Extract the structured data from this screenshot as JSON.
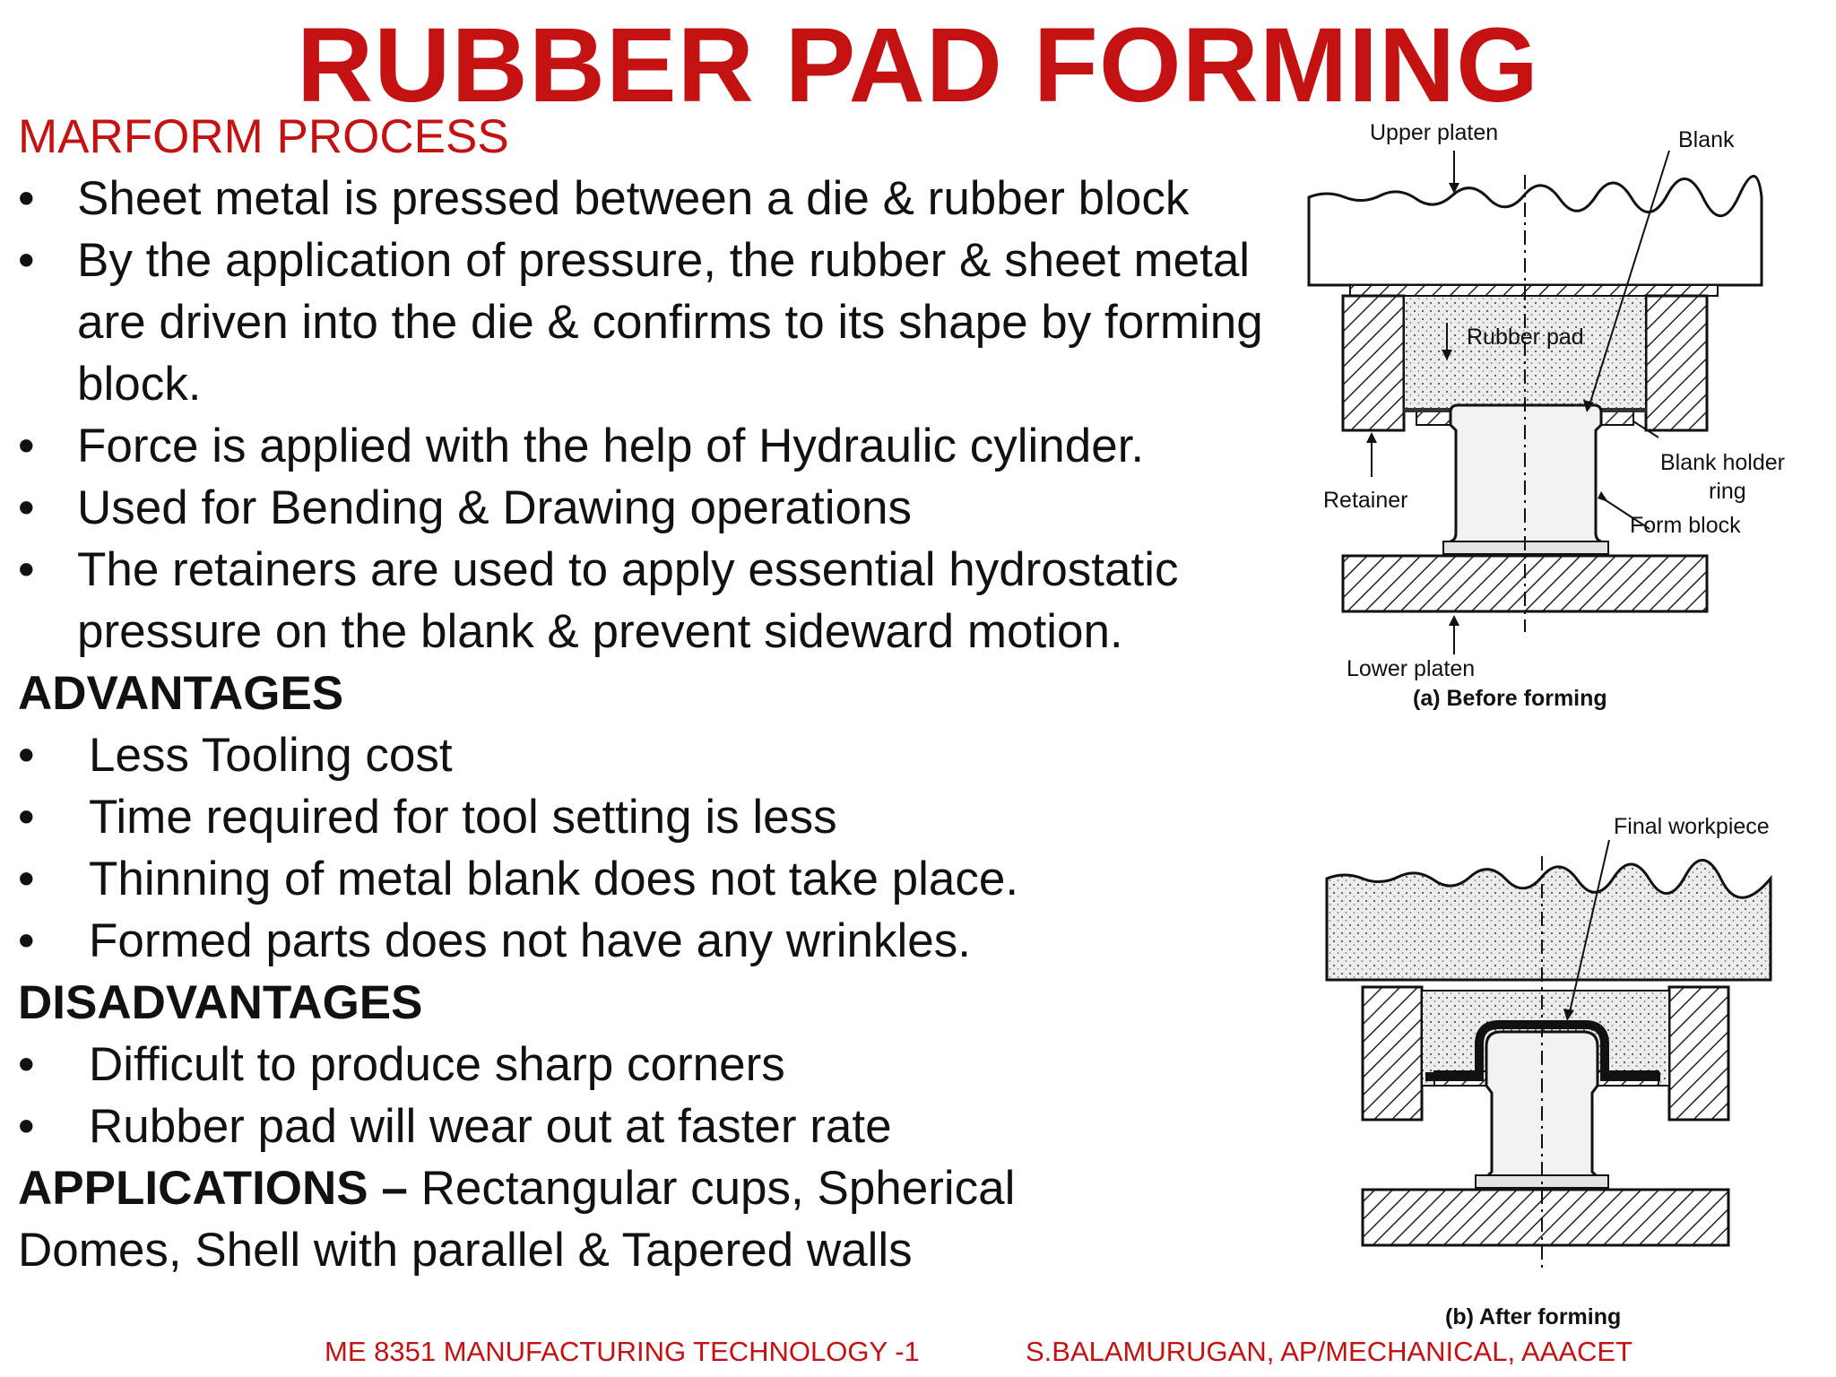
{
  "title": "RUBBER PAD FORMING",
  "subtitle": "MARFORM PROCESS",
  "process_points": [
    "Sheet metal is pressed between a die & rubber block",
    "By the application of pressure, the rubber & sheet metal are driven into the die & confirms to its shape by forming block.",
    "Force is applied with the help of Hydraulic cylinder.",
    "Used for Bending & Drawing operations",
    "The retainers are used to apply essential hydrostatic pressure on the blank & prevent sideward motion."
  ],
  "advantages_heading": "ADVANTAGES",
  "advantages": [
    "Less Tooling cost",
    "Time required for tool setting is less",
    "Thinning of metal blank does not take place.",
    "Formed parts does not have any wrinkles."
  ],
  "disadvantages_heading": "DISADVANTAGES",
  "disadvantages": [
    "Difficult to produce sharp corners",
    "Rubber pad will wear out at faster rate"
  ],
  "applications_label": "APPLICATIONS –",
  "applications_text": " Rectangular cups, Spherical Domes, Shell with parallel & Tapered walls",
  "bullet": "•",
  "figure_a": {
    "upper_platen": "Upper platen",
    "blank": "Blank",
    "rubber_pad": "Rubber pad",
    "blank_holder_ring_1": "Blank holder",
    "blank_holder_ring_2": "ring",
    "retainer": "Retainer",
    "form_block": "Form block",
    "lower_platen": "Lower platen",
    "caption": "(a) Before forming"
  },
  "figure_b": {
    "final_workpiece": "Final workpiece",
    "caption": "(b) After forming"
  },
  "footer_left": "ME 8351 MANUFACTURING TECHNOLOGY -1",
  "footer_right": "S.BALAMURUGAN, AP/MECHANICAL, AAACET"
}
